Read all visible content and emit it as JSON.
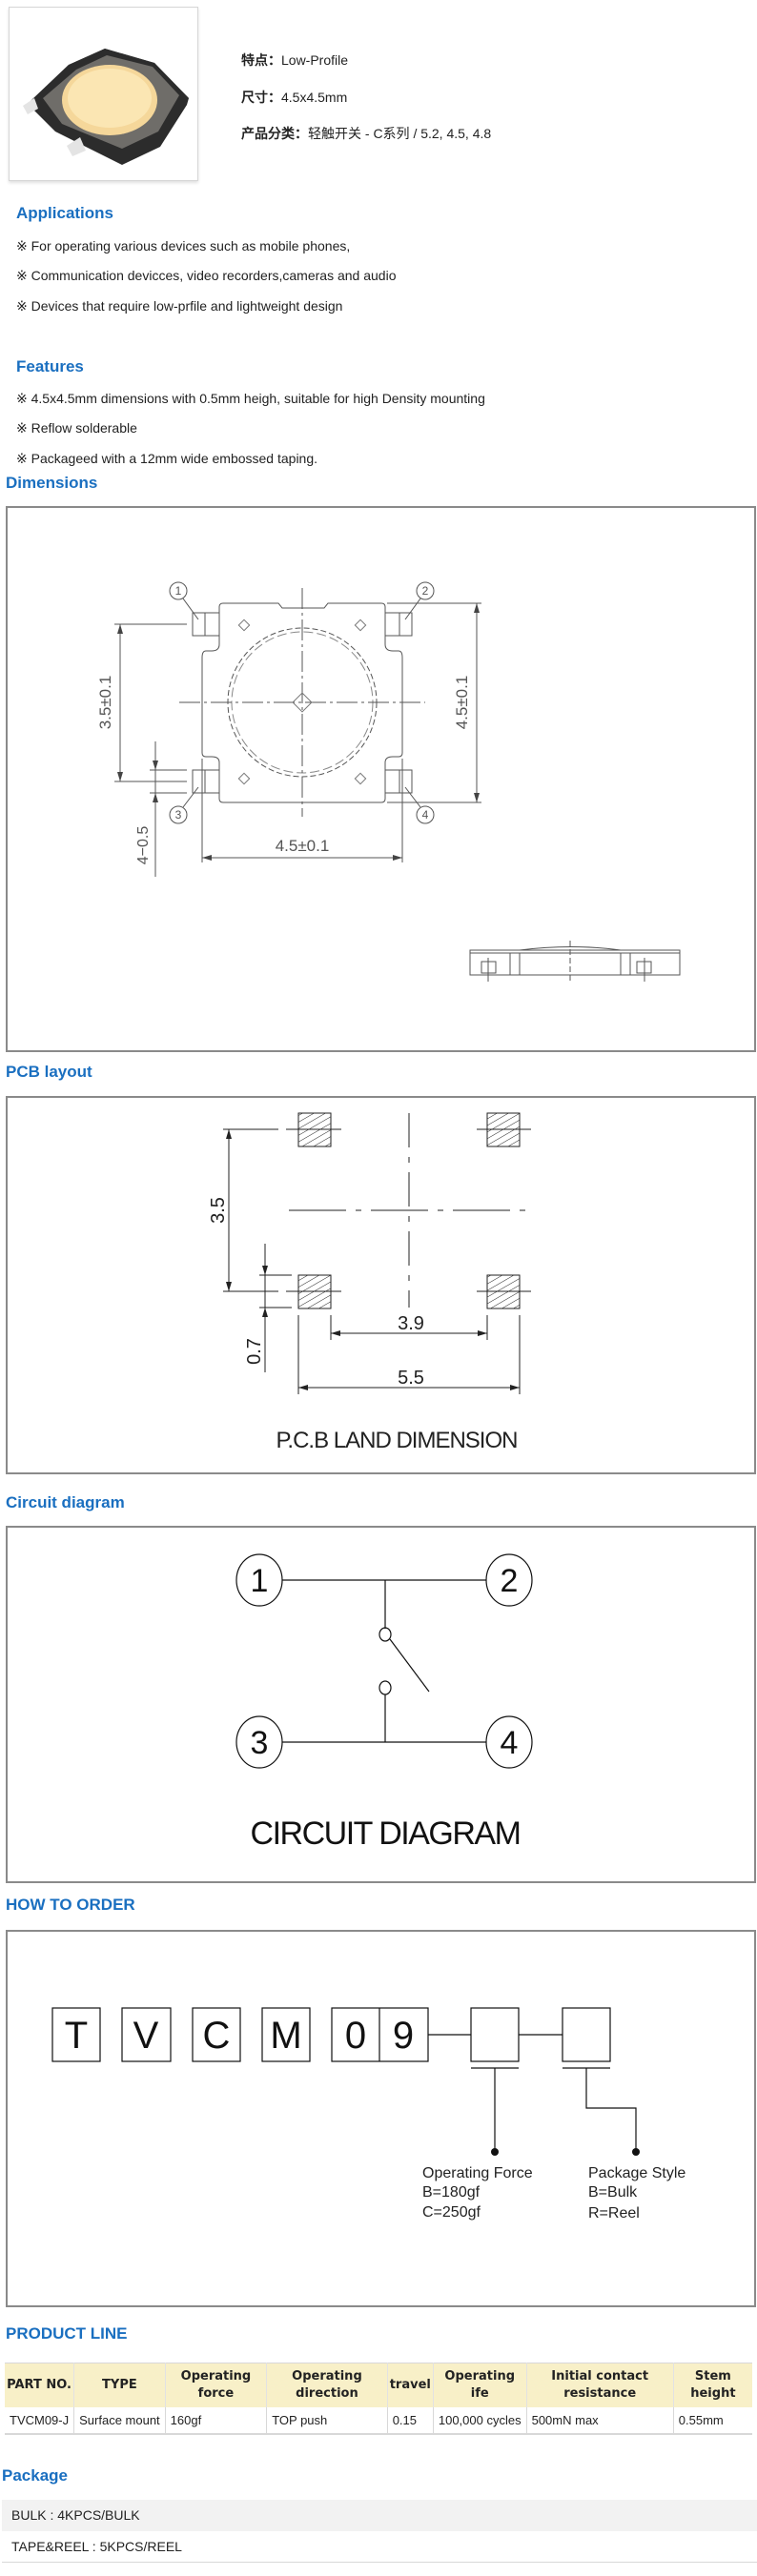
{
  "product": {
    "image_alt": "tact switch product photo",
    "info": [
      {
        "label": "特点：",
        "value": "Low-Profile"
      },
      {
        "label": "尺寸：",
        "value": "4.5x4.5mm"
      },
      {
        "label": "产品分类：",
        "value": "轻触开关 - C系列 / 5.2, 4.5, 4.8"
      }
    ]
  },
  "applications": {
    "heading": "Applications",
    "items": [
      "※ For operating various devices such as mobile phones,",
      "※ Communication devicces, video recorders,cameras and audio",
      "※ Devices that require low-prfile and lightweight design"
    ]
  },
  "features": {
    "heading": "Features",
    "items": [
      "※ 4.5x4.5mm dimensions with 0.5mm heigh, suitable for high Density mounting",
      "※ Reflow solderable",
      "※ Packageed with a 12mm wide embossed taping."
    ]
  },
  "dimensions": {
    "heading": "Dimensions",
    "labels": {
      "pin1": "1",
      "pin2": "2",
      "pin3": "3",
      "pin4": "4",
      "pin_pitch": "3.5±0.1",
      "height": "4.5±0.1",
      "width": "4.5±0.1",
      "pad": "4−0.5"
    }
  },
  "pcb": {
    "heading": "PCB layout",
    "labels": {
      "vertical": "3.5",
      "pad": "0.7",
      "inner": "3.9",
      "outer": "5.5"
    },
    "caption": "P.C.B LAND DIMENSION"
  },
  "circuit": {
    "heading": "Circuit diagram",
    "pins": [
      "1",
      "2",
      "3",
      "4"
    ],
    "caption": "CIRCUIT DIAGRAM"
  },
  "order": {
    "heading": "HOW TO ORDER",
    "code_chars": [
      "T",
      "V",
      "C",
      "M",
      "0",
      "9"
    ],
    "force": {
      "title": "Operating Force",
      "options": [
        "B=180gf",
        "C=250gf"
      ]
    },
    "package": {
      "title": "Package Style",
      "options": [
        "B=Bulk",
        "R=Reel"
      ]
    }
  },
  "product_line": {
    "heading": "PRODUCT LINE",
    "columns": [
      "PART NO.",
      "TYPE",
      "Operating force",
      "Operating direction",
      "travel",
      "Operating ife",
      "Initial contact resistance",
      "Stem height"
    ],
    "rows": [
      [
        "TVCM09-J",
        "Surface mount",
        "160gf",
        "TOP push",
        "0.15",
        "100,000 cycles",
        "500mN max",
        "0.55mm"
      ]
    ]
  },
  "package": {
    "heading": "Package",
    "rows": [
      "BULK : 4KPCS/BULK",
      "TAPE&REEL : 5KPCS/REEL"
    ]
  },
  "colors": {
    "heading": "#1a6fc0",
    "table_header_bg": "#f8f0c8",
    "row_alt_bg": "#f2f2f2"
  }
}
